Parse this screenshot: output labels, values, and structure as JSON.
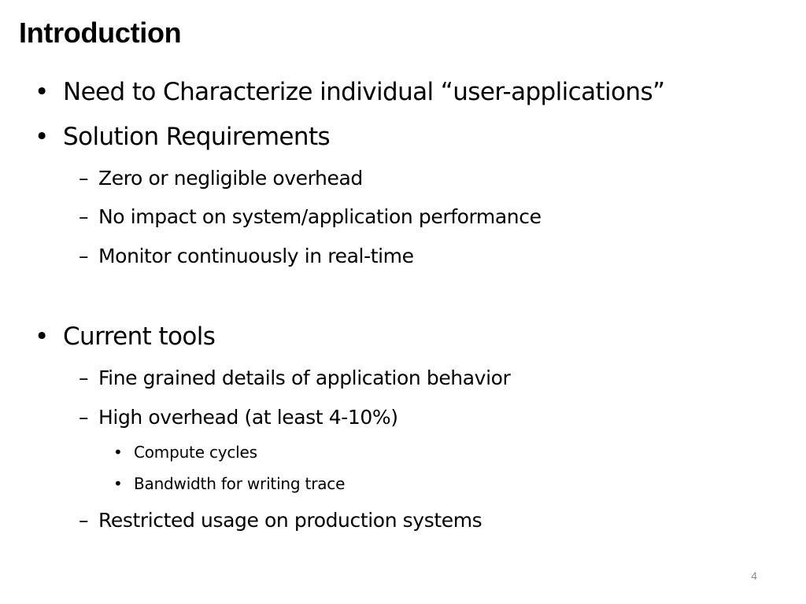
{
  "slide": {
    "title": "Introduction",
    "slide_number": "4",
    "markers": {
      "bullet": "•",
      "dash": "–"
    },
    "items": [
      {
        "text": "Need to Characterize individual “user-applications”"
      },
      {
        "text": "Solution Requirements"
      },
      {
        "text": "Zero or negligible overhead"
      },
      {
        "text": "No impact on system/application performance"
      },
      {
        "text": "Monitor continuously in real-time"
      },
      {
        "text": "Current tools"
      },
      {
        "text": "Fine grained details of application behavior"
      },
      {
        "text": "High overhead (at least 4-10%)"
      },
      {
        "text": "Compute cycles"
      },
      {
        "text": "Bandwidth for writing trace"
      },
      {
        "text": "Restricted usage on production systems"
      }
    ]
  }
}
